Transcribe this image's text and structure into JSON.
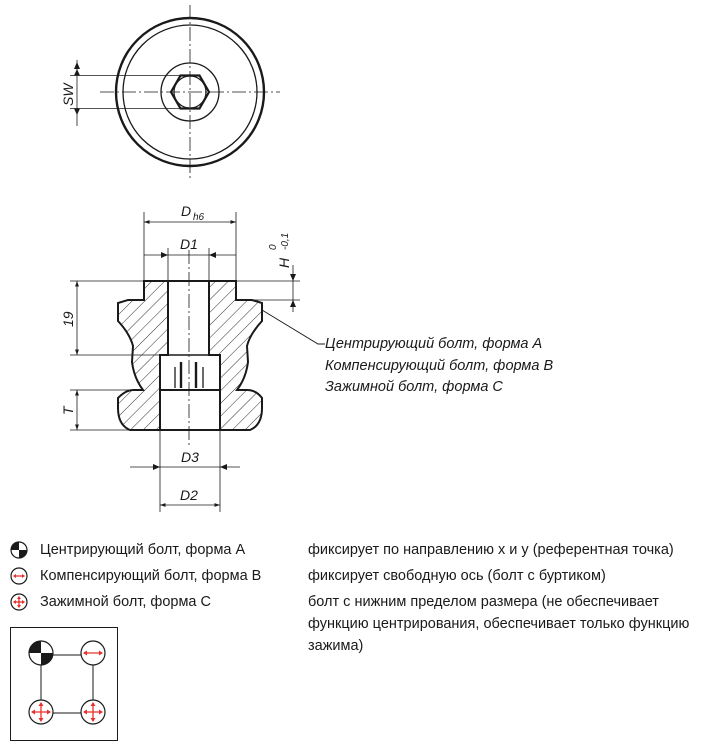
{
  "dimensions": {
    "sw": "SW",
    "d_main": "D",
    "d_main_sub": "h6",
    "d1": "D1",
    "h": "H",
    "h_tol_upper": "0",
    "h_tol_lower": "-0,1",
    "depth": "19",
    "t": "T",
    "d3": "D3",
    "d2": "D2"
  },
  "callout": [
    "Центрирующий болт, форма A",
    "Компенсирующий болт, форма B",
    "Зажимной болт, форма C"
  ],
  "legend": [
    {
      "icon": "centering-bolt-icon",
      "label": "Центрирующий болт, форма A",
      "description": "фиксирует по направлению x и y (референтная точка)"
    },
    {
      "icon": "compensating-bolt-icon",
      "label": "Компенсирующий болт, форма B",
      "description": "фиксирует свободную ось (болт с буртиком)"
    },
    {
      "icon": "clamping-bolt-icon",
      "label": "Зажимной болт, форма C",
      "description": "болт с нижним пределом размера (не обеспечивает функцию центрирования, обеспечивает только функцию зажима)"
    }
  ],
  "colors": {
    "line": "#1a1a1a",
    "accent": "#e8312f"
  }
}
